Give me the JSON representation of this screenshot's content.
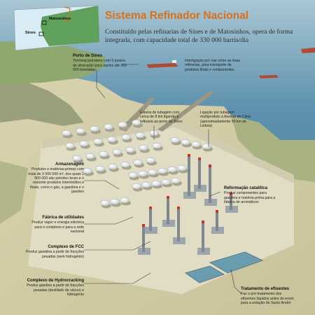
{
  "title": "Sistema Refinador Nacional",
  "subtitle": "Constituído pelas refinarias de Sines e de Matosinhos, opera de forma integrada, com capacidade total de 330 000 barris/dia",
  "map": {
    "matosinhos": "Matosinhos",
    "sines": "Sines"
  },
  "labels": {
    "porto": {
      "title": "Porto de Sines",
      "desc": "Terminal petroleiro com 6 postos de atracação para navios até 300 000 toneladas"
    },
    "interligacao": {
      "desc": "Interligação por mar entre as duas refinarias, para transporte de produtos finais e componentes"
    },
    "esteira": {
      "desc": "Esteira de tubagem com cerca de 8 km ligando a refinaria ao porto de Sines"
    },
    "ligacao": {
      "desc": "Ligação por tubagem multiproduto a Aveiras de Cima (aproximadamente 50 km de Lisboa)"
    },
    "armazenagem": {
      "title": "Armazenagem",
      "desc": "Produtos e matérias-primas com mais de 3 000 000 m³, dos quais 1 500 000 são petróleo bruto e o restante produtos intermédios e finais, como o gás, a gasolina e o gasóleo"
    },
    "reformacao": {
      "title": "Reformação catalítica",
      "desc": "Produz componentes para gasolina e matéria-prima para a fábrica de aromáticos"
    },
    "utilidades": {
      "title": "Fábrica de utilidades",
      "desc": "Produz vapor e energia eléctrica para o complexo e para a rede nacional"
    },
    "fcc": {
      "title": "Complexo de FCC",
      "desc": "Produz gasolina a partir de fracções pesadas (sem hidrogénio)"
    },
    "hydrocracking": {
      "title": "Complexo de Hydrocracking",
      "desc": "Produz gasóleo a partir de fracções pesadas (destilado de vácuo) e hidrogénio"
    },
    "efluentes": {
      "title": "Tratamento de efluentes",
      "desc": "Faz o pré-tratamento dos efluentes líquidos antes do envio para a estação de Santo André"
    }
  },
  "colors": {
    "title": "#d8701c",
    "sea": "#4f83a0",
    "land": "#cfcaa2",
    "map_land": "#5fa15a",
    "map_sea": "#d9ecf5"
  }
}
